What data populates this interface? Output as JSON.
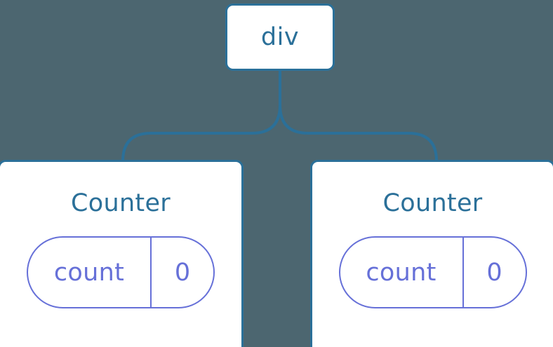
{
  "diagram": {
    "background_color": "#4c6670",
    "accent_color": "#2b7099",
    "state_color": "#6670d8",
    "card_fill": "#ffffff",
    "root": {
      "label": "div"
    },
    "children": [
      {
        "label": "Counter",
        "state": {
          "key": "count",
          "value": "0"
        }
      },
      {
        "label": "Counter",
        "state": {
          "key": "count",
          "value": "0"
        }
      }
    ]
  }
}
